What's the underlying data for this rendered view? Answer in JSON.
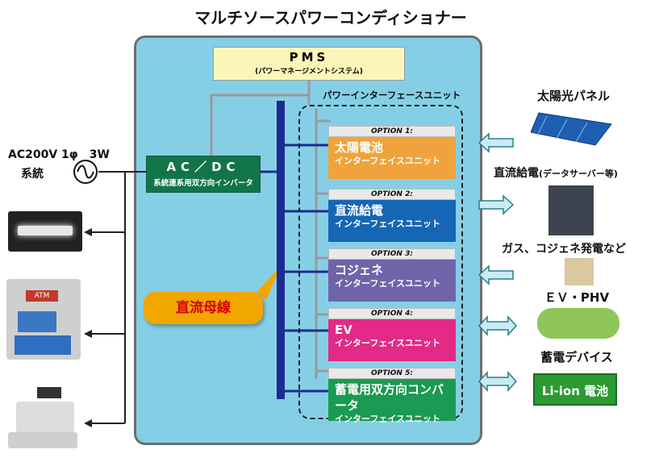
{
  "title": "マルチソースパワーコンディショナー",
  "pms": {
    "title": "PMS",
    "subtitle": "(パワーマネージメントシステム)"
  },
  "acdc": {
    "title": "AC／DC",
    "subtitle": "系統連系用双方向インバータ"
  },
  "power_interface_label": "パワーインターフェースユニット",
  "bus_label": "直流母線",
  "grid": {
    "line1": "AC200V 1φ　3W",
    "line2": "系統"
  },
  "units": [
    {
      "option": "OPTION 1:",
      "name": "太陽電池",
      "sub": "インターフェイスユニット",
      "color": "#f0a33c"
    },
    {
      "option": "OPTION 2:",
      "name": "直流給電",
      "sub": "インターフェイスユニット",
      "color": "#1566b5"
    },
    {
      "option": "OPTION 3:",
      "name": "コジェネ",
      "sub": "インターフェイスユニット",
      "color": "#6f64aa"
    },
    {
      "option": "OPTION 4:",
      "name": "EV",
      "sub": "インターフェイスユニット",
      "color": "#e22a86"
    },
    {
      "option": "OPTION 5:",
      "name": "蓄電用双方向コンバータ",
      "sub": "インターフェイスユニット",
      "color": "#1a9a52"
    }
  ],
  "right_labels": {
    "solar": "太陽光パネル",
    "dc": "直流給電",
    "dc_note": "(データサーバー等)",
    "cogen": "ガス、コジェネ発電など",
    "ev": "ＥＶ・PHV",
    "storage": "蓄電デバイス",
    "liion": "Li-ion 電池"
  },
  "colors": {
    "panel_bg": "#85cfe6",
    "bus": "#1c2b8f",
    "arrow_fill": "#c8ecf2",
    "arrow_stroke": "#2a7d8d"
  }
}
